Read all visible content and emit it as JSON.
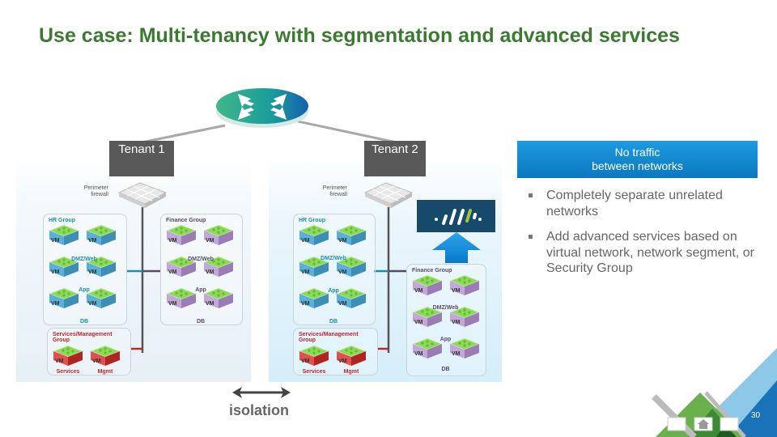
{
  "slide": {
    "title": "Use case: Multi-tenancy with segmentation and advanced services",
    "page_number": "30"
  },
  "diagram": {
    "router_icon": "router-icon",
    "tenants": [
      {
        "label": "Tenant 1",
        "firewall_label": "Perimeter firewall",
        "groups": [
          {
            "name": "HR Group",
            "color": "#1a8fb0",
            "vm_color": "blue",
            "tiers": [
              "DMZ/Web",
              "App",
              "DB"
            ],
            "vm_label": "VM"
          },
          {
            "name": "Finance Group",
            "color": "#5a4a6a",
            "vm_color": "purple",
            "tiers": [
              "DMZ/Web",
              "App",
              "DB"
            ],
            "vm_label": "VM"
          },
          {
            "name": "Services/Management Group",
            "color": "#c02828",
            "vm_color": "red",
            "tiers": [
              "Services",
              "Mgmt"
            ],
            "vm_label": "VM"
          }
        ]
      },
      {
        "label": "Tenant 2",
        "firewall_label": "Perimeter firewall",
        "groups": [
          {
            "name": "HR Group",
            "color": "#1a8fb0",
            "vm_color": "blue",
            "tiers": [
              "DMZ/Web",
              "App",
              "DB"
            ],
            "vm_label": "VM"
          },
          {
            "name": "Finance Group",
            "color": "#5a4a6a",
            "vm_color": "purple",
            "tiers": [
              "DMZ/Web",
              "App",
              "DB"
            ],
            "vm_label": "VM"
          },
          {
            "name": "Services/Management Group",
            "color": "#c02828",
            "vm_color": "red",
            "tiers": [
              "Services",
              "Mgmt"
            ],
            "vm_label": "VM"
          }
        ]
      }
    ],
    "advanced_service_icon": "palo-alto-networks-logo",
    "isolation_label": "isolation"
  },
  "callout": {
    "line1": "No traffic",
    "line2": "between networks",
    "color": "#1589d2"
  },
  "bullets": [
    "Completely separate unrelated networks",
    "Add advanced services based on virtual network,  network segment, or Security Group"
  ],
  "colors": {
    "title": "#3c7a32",
    "tenant_tab": "#595959",
    "hr": "#1a8fb0",
    "finance": "#5a4a6a",
    "services": "#c02828"
  }
}
